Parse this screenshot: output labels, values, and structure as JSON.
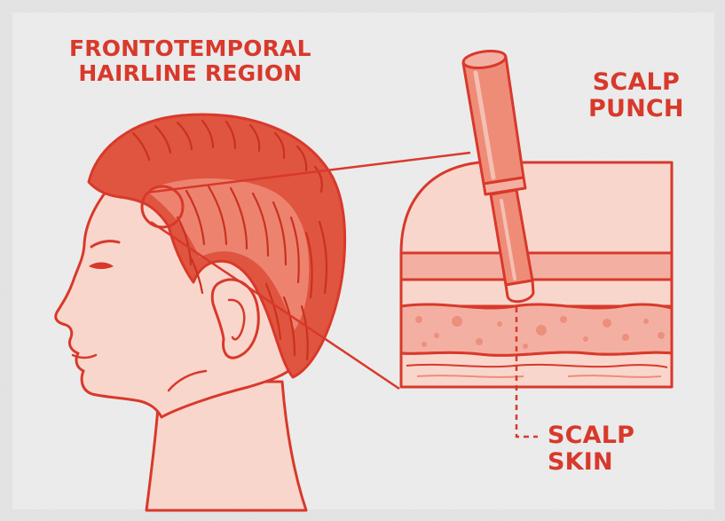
{
  "diagram": {
    "labels": {
      "region_line1": "FRONTOTEMPORAL",
      "region_line2": "HAIRLINE REGION",
      "punch_line1": "SCALP",
      "punch_line2": "PUNCH",
      "skin_line1": "SCALP",
      "skin_line2": "SKIN"
    },
    "colors": {
      "outline": "#d8392b",
      "skin": "#f8d6cc",
      "hair": "#e0553f",
      "hair_highlight": "#ee8c78",
      "dermis": "#f3b0a2",
      "background": "#e9e9e9",
      "panel": "#f4f4f4"
    }
  }
}
